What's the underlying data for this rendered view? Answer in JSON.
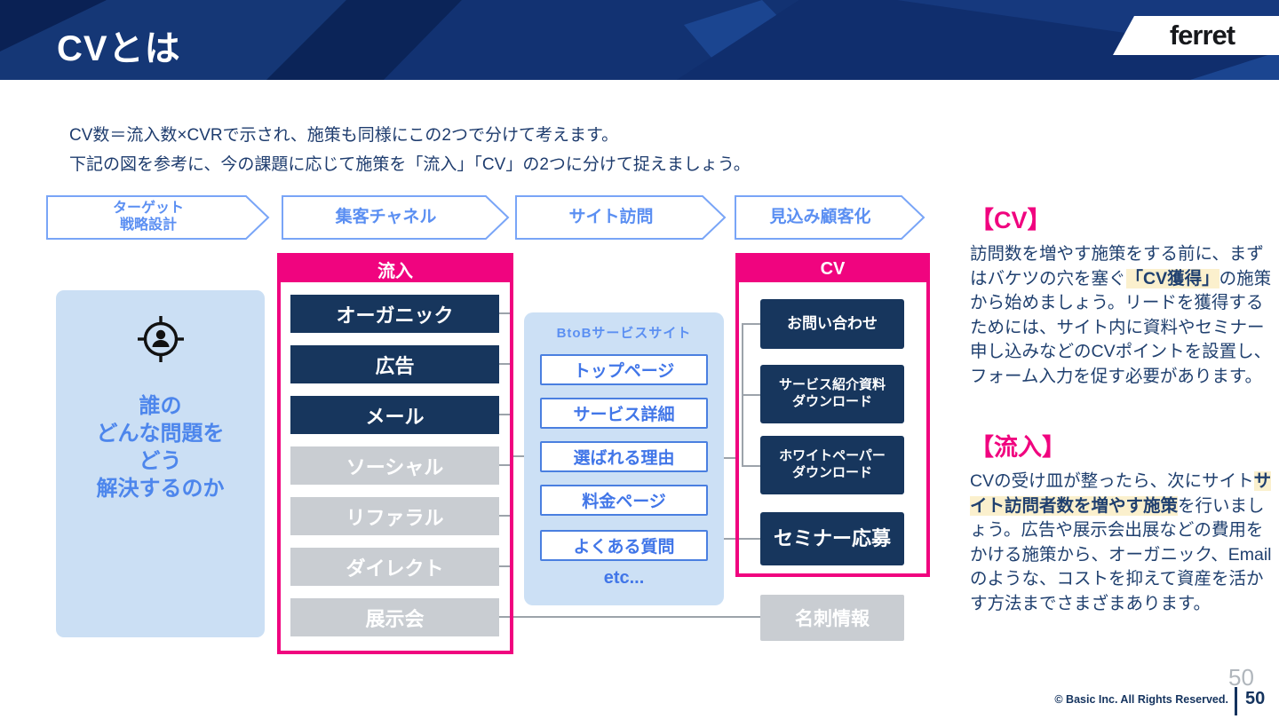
{
  "header": {
    "title": "CVとは",
    "logo": "ferret"
  },
  "intro": {
    "line1": "CV数＝流入数×CVRで示され、施策も同様にこの2つで分けて考えます。",
    "line2": "下記の図を参考に、今の課題に応じて施策を「流入」「CV」の2つに分けて捉えましょう。"
  },
  "funnel_steps": [
    {
      "label": "ターゲット\n戦略設計"
    },
    {
      "label": "集客チャネル"
    },
    {
      "label": "サイト訪問"
    },
    {
      "label": "見込み顧客化"
    }
  ],
  "target_box": {
    "text": "誰の\nどんな問題を\nどう\n解決するのか"
  },
  "inflow_box": {
    "title": "流入",
    "items": [
      {
        "label": "オーガニック",
        "state": "active"
      },
      {
        "label": "広告",
        "state": "active"
      },
      {
        "label": "メール",
        "state": "active"
      },
      {
        "label": "ソーシャル",
        "state": "inactive"
      },
      {
        "label": "リファラル",
        "state": "inactive"
      },
      {
        "label": "ダイレクト",
        "state": "inactive"
      },
      {
        "label": "展示会",
        "state": "inactive"
      }
    ]
  },
  "site_box": {
    "title": "BtoBサービスサイト",
    "pages": [
      {
        "label": "トップページ"
      },
      {
        "label": "サービス詳細"
      },
      {
        "label": "選ばれる理由"
      },
      {
        "label": "料金ページ"
      },
      {
        "label": "よくある質問"
      }
    ],
    "etc": "etc..."
  },
  "cv_box": {
    "title": "CV",
    "items": [
      {
        "label": "お問い合わせ"
      },
      {
        "label": "サービス紹介資料\nダウンロード"
      },
      {
        "label": "ホワイトペーパー\nダウンロード"
      },
      {
        "label": "セミナー応募"
      }
    ]
  },
  "business_card_box": {
    "label": "名刺情報"
  },
  "notes": {
    "cv": {
      "heading": "【CV】",
      "before": "訪問数を増やす施策をする前に、まずはバケツの穴を塞ぐ",
      "highlight": "「CV獲得」",
      "after": "の施策から始めましょう。リードを獲得するためには、サイト内に資料やセミナー申し込みなどのCVポイントを設置し、フォーム入力を促す必要があります。"
    },
    "inflow": {
      "heading": "【流入】",
      "before": "CVの受け皿が整ったら、次にサイト",
      "highlight": "サイト訪問者数を増やす施策",
      "after": "を行いましょう。広告や展示会出展などの費用をかける施策から、オーガニック、Emailのような、コストを抑えて資産を活かす方法までさまざまあります。"
    }
  },
  "footer": {
    "page_number_light": "50",
    "copyright": "© Basic Inc. All Rights Reserved.",
    "page_number": "50"
  },
  "colors": {
    "accent_pink": "#F0047F",
    "navy_box": "#17365D",
    "gray_box": "#C9CDD2",
    "light_blue_panel": "#CCE0F5",
    "blue_text": "#4D86EC",
    "header_navy": "#0E2C68",
    "highlight": "#FBF0CD",
    "connector_gray": "#9CA3AA"
  }
}
